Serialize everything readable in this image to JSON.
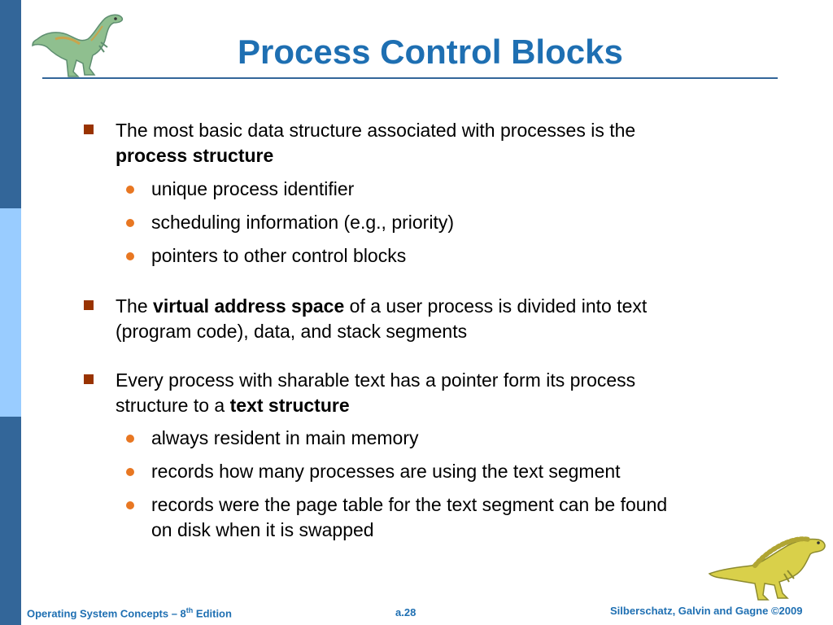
{
  "slide": {
    "title": "Process Control Blocks",
    "bullets": [
      {
        "line1": "The most basic data structure associated with processes is the",
        "line2_bold": "process structure",
        "subs": [
          "unique process identifier",
          "scheduling information (e.g., priority)",
          "pointers to other control blocks"
        ]
      },
      {
        "pre": "The ",
        "bold": "virtual address space",
        "post": " of a user process is divided into text",
        "line2": "(program code), data, and stack segments"
      },
      {
        "line1": "Every process with sharable text has a pointer form its process",
        "line2_pre": "structure to a ",
        "line2_bold": "text structure",
        "subs": [
          "always resident in main memory",
          "records how many processes are using the text segment",
          "records were the page table for the text segment can be found",
          "on disk when it is swapped"
        ]
      }
    ]
  },
  "footer": {
    "left_pre": "Operating System Concepts – 8",
    "left_sup": "th",
    "left_post": " Edition",
    "page": "a.28",
    "right": "Silberschatz, Galvin and Gagne ©2009"
  },
  "colors": {
    "title": "#1E6FB2",
    "sidebar_dark": "#336699",
    "sidebar_light": "#99CCFF",
    "bullet_square": "#993300",
    "bullet_dot": "#E87722"
  }
}
